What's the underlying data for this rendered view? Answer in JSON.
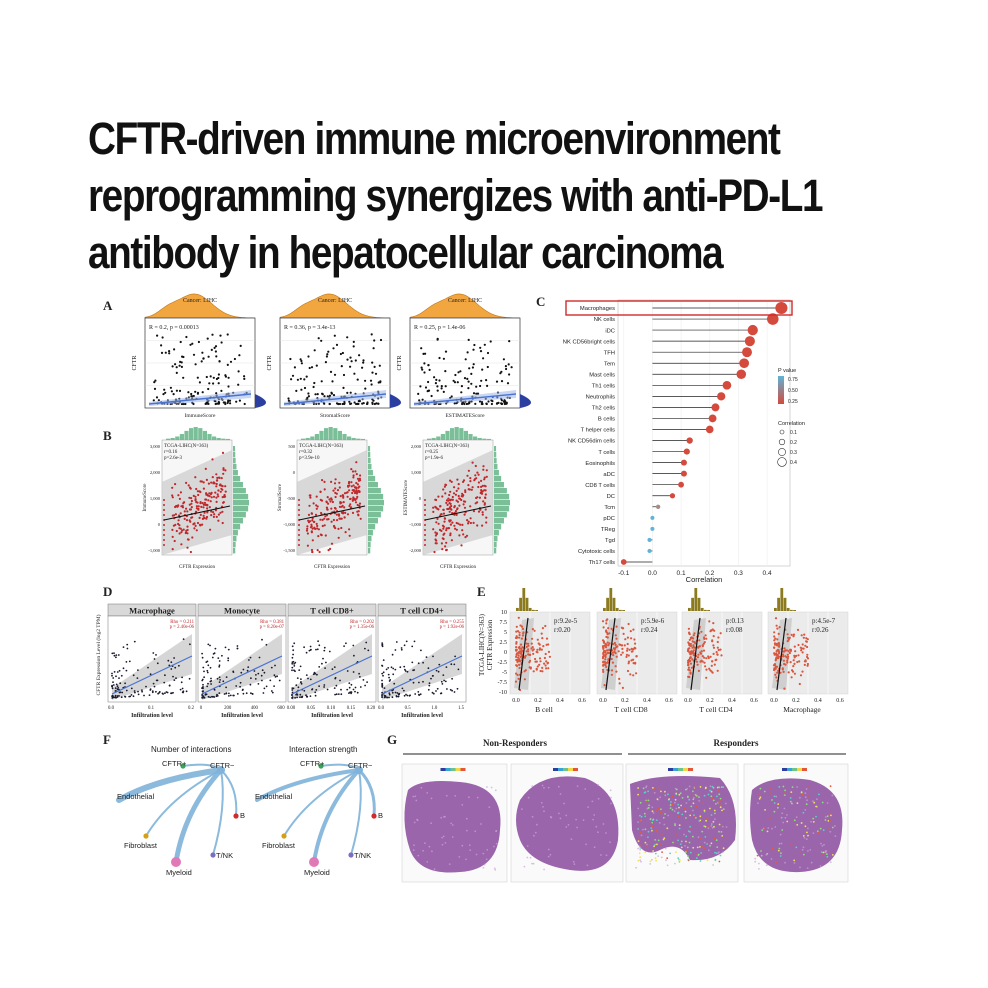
{
  "title_lines": [
    "CFTR-driven immune microenvironment",
    "reprogramming synergizes with anti-PD-L1",
    "antibody in hepatocellular carcinoma"
  ],
  "colors": {
    "density_orange": "#f2a640",
    "scatter_red": "#c0282d",
    "hist_green": "#7bbf98",
    "lollipop_red": "#d44a3c",
    "lollipop_blue": "#5fb3d6",
    "fit_blue": "#4a73d0",
    "olive": "#8c7a1f",
    "tissue": "#8a4a9e"
  },
  "panelA": {
    "label": "A",
    "plots": [
      {
        "cancer": "Cancer: LIHC",
        "stat": "R = 0.2, p = 0.00013",
        "ylabel": "CFTR",
        "xlabel": "ImmuneScore"
      },
      {
        "cancer": "Cancer: LIHC",
        "stat": "R = 0.36, p = 3.4e-13",
        "ylabel": "CFTR",
        "xlabel": "StromalScore"
      },
      {
        "cancer": "Cancer: LIHC",
        "stat": "R = 0.25, p = 1.4e-06",
        "ylabel": "CFTR",
        "xlabel": "ESTIMATEScore"
      }
    ]
  },
  "panelB": {
    "label": "B",
    "plots": [
      {
        "header": "TCGA-LIHC(N=363)",
        "r": "r=0.16",
        "p": "p=2.6e-3",
        "ylabel": "ImmuneScore",
        "xlabel": "CFTR Expression",
        "yticks": [
          "3,000",
          "2,000",
          "1,000",
          "0",
          "-1,000"
        ]
      },
      {
        "header": "TCGA-LIHC(N=363)",
        "r": "r=0.32",
        "p": "p=3.9e-10",
        "ylabel": "StromalScore",
        "xlabel": "CFTR Expression",
        "yticks": [
          "500",
          "0",
          "-500",
          "-1,000",
          "-1,500"
        ]
      },
      {
        "header": "TCGA-LIHC(N=363)",
        "r": "r=0.25",
        "p": "p=1.9e-6",
        "ylabel": "ESTIMATEScore",
        "xlabel": "CFTR Expression",
        "yticks": [
          "2,000",
          "1,000",
          "0",
          "-1,000",
          "-2,000"
        ]
      }
    ]
  },
  "panelC": {
    "label": "C",
    "xlabel": "Correlation",
    "xticks": [
      "-0.1",
      "0.0",
      "0.1",
      "0.2",
      "0.3",
      "0.4"
    ],
    "legend_pvalue_title": "P value",
    "legend_pvalue_ticks": [
      "0.75",
      "0.50",
      "0.25"
    ],
    "legend_corr_title": "Correlation",
    "legend_corr_ticks": [
      "0.1",
      "0.2",
      "0.3",
      "0.4"
    ],
    "highlight": "Macrophages",
    "cells": [
      "Macrophages",
      "NK cells",
      "iDC",
      "NK CD56bright cells",
      "TFH",
      "Tem",
      "Mast cells",
      "Th1 cells",
      "Neutrophils",
      "Th2 cells",
      "B cells",
      "T helper cells",
      "NK CD56dim cells",
      "T cells",
      "Eosinophils",
      "aDC",
      "CD8 T cells",
      "DC",
      "Tcm",
      "pDC",
      "TReg",
      "Tgd",
      "Cytotoxic cells",
      "Th17 cells"
    ],
    "correlations": [
      0.45,
      0.42,
      0.35,
      0.34,
      0.33,
      0.32,
      0.31,
      0.26,
      0.24,
      0.22,
      0.21,
      0.2,
      0.13,
      0.12,
      0.11,
      0.11,
      0.1,
      0.07,
      0.02,
      0.0,
      0.0,
      -0.01,
      -0.01,
      -0.1
    ],
    "pvalue_fill": [
      "red",
      "red",
      "red",
      "red",
      "red",
      "red",
      "red",
      "red",
      "red",
      "red",
      "red",
      "red",
      "red",
      "red",
      "red",
      "red",
      "red",
      "red",
      "mid",
      "blue",
      "blue",
      "blue",
      "blue",
      "red"
    ]
  },
  "panelD": {
    "label": "D",
    "ylabel": "CFTR Expression Level (log2 TPM)",
    "xlabel": "Infiltration level",
    "facets": [
      {
        "title": "Macrophage",
        "rho": "Rho = 0.211",
        "p": "p = 2.40e-06",
        "xticks": [
          "0.0",
          "0.1",
          "0.2"
        ]
      },
      {
        "title": "Monocyte",
        "rho": "Rho = 0.381",
        "p": "p = 8.20e-07",
        "xticks": [
          "0",
          "200",
          "400",
          "600"
        ]
      },
      {
        "title": "T cell CD8+",
        "rho": "Rho = 0.202",
        "p": "p = 1.35e-06",
        "xticks": [
          "0.00",
          "0.05",
          "0.10",
          "0.15",
          "0.20"
        ]
      },
      {
        "title": "T cell CD4+",
        "rho": "Rho = 0.255",
        "p": "p = 1.92e-06",
        "xticks": [
          "0.0",
          "0.5",
          "1.0",
          "1.5"
        ]
      }
    ]
  },
  "panelE": {
    "label": "E",
    "ylabel_lines": [
      "TCGA-LIHC(N=363)",
      "CFTR Expression"
    ],
    "yticks": [
      "10",
      "7.5",
      "5",
      "2.5",
      "0",
      "-2.5",
      "-5",
      "-7.5",
      "-10"
    ],
    "facets": [
      {
        "p": "p:9.2e-5",
        "r": "r:0.20",
        "xlabel": "B cell",
        "xticks": [
          "0.0",
          "0.2",
          "0.4",
          "0.6"
        ]
      },
      {
        "p": "p:5.9e-6",
        "r": "r:0.24",
        "xlabel": "T cell CD8",
        "xticks": [
          "0.0",
          "0.2",
          "0.4",
          "0.6"
        ]
      },
      {
        "p": "p:0.13",
        "r": "r:0.08",
        "xlabel": "T cell CD4",
        "xticks": [
          "0.0",
          "0.2",
          "0.4",
          "0.6"
        ]
      },
      {
        "p": "p:4.5e-7",
        "r": "r:0.26",
        "xlabel": "Macrophage",
        "xticks": [
          "0.0",
          "0.2",
          "0.4",
          "0.6"
        ]
      }
    ]
  },
  "panelF": {
    "label": "F",
    "titles": [
      "Number of interactions",
      "Interaction strength"
    ],
    "nodes": [
      "CFTR+",
      "CFTR−",
      "Endothelial",
      "B",
      "Fibroblast",
      "T/NK",
      "Myeloid"
    ]
  },
  "panelG": {
    "label": "G",
    "groups": [
      "Non-Responders",
      "Responders"
    ]
  }
}
